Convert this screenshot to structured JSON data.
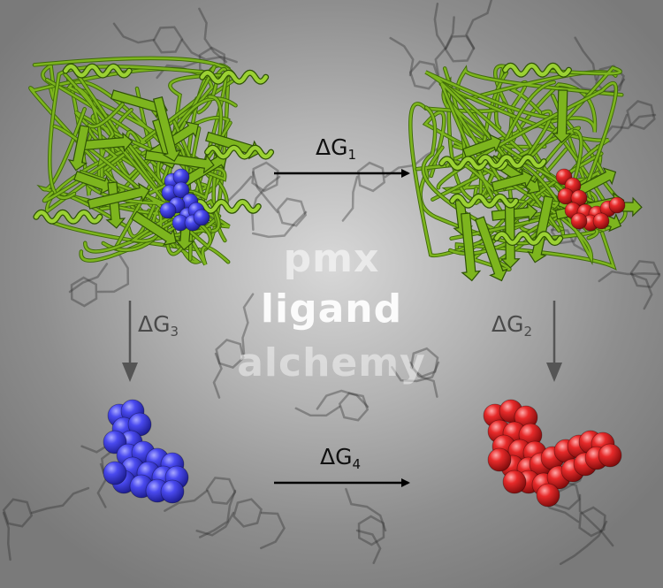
{
  "title": {
    "line1": "pmx",
    "line2": "ligand",
    "line3": "alchemy"
  },
  "labels": {
    "g1": {
      "symbol": "ΔG",
      "sub": "1"
    },
    "g2": {
      "symbol": "ΔG",
      "sub": "2"
    },
    "g3": {
      "symbol": "ΔG",
      "sub": "3"
    },
    "g4": {
      "symbol": "ΔG",
      "sub": "4"
    }
  },
  "colors": {
    "protein": "#7db51e",
    "ligand_a": "#3a3ad8",
    "ligand_b": "#e02020",
    "arrow_horizontal": "#000000",
    "arrow_vertical": "#555555"
  }
}
